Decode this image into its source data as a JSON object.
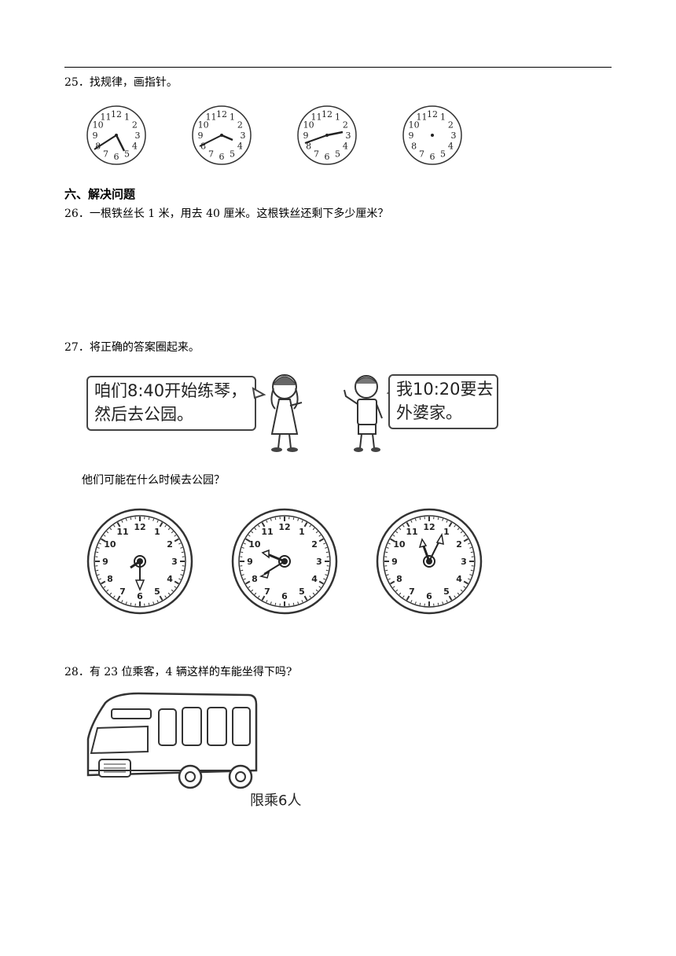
{
  "q25": {
    "label": "25．找规律，画指针。"
  },
  "section6": {
    "title": "六、解决问题"
  },
  "q26": {
    "label": "26．一根铁丝长 1 米，用去 40 厘米。这根铁丝还剩下多少厘米？"
  },
  "q27": {
    "label": "27．将正确的答案圈起来。",
    "girl_line1": "咱们8:40开始练琴，",
    "girl_line2": "然后去公园。",
    "boy_line1": "我10:20要去",
    "boy_line2": "外婆家。",
    "question": "他们可能在什么时候去公园？"
  },
  "q28": {
    "label": "28．有 23 位乘客，4 辆这样的车能坐得下吗?",
    "bus_sign": "限乘6人"
  },
  "clock_numbers": [
    "12",
    "1",
    "2",
    "3",
    "4",
    "5",
    "6",
    "7",
    "8",
    "9",
    "10",
    "11"
  ]
}
